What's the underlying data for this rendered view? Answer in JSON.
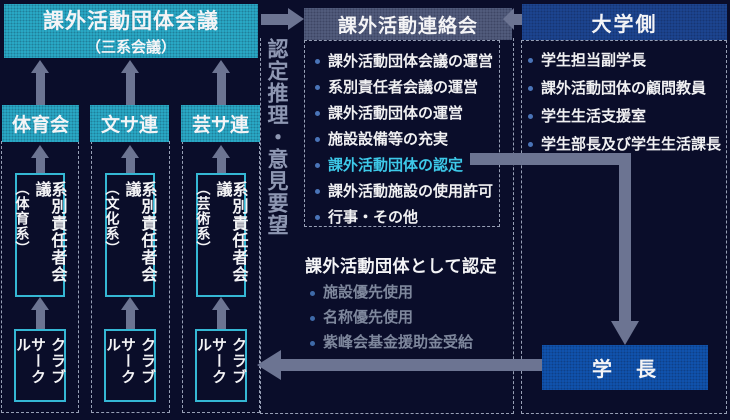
{
  "colors": {
    "background": "#0a0d2a",
    "cyan_box": "#2bb1ce",
    "slate_header": "#566081",
    "university_blue": "#1e4896",
    "president_blue": "#1157b5",
    "arrow_gray": "#6c7492",
    "dashed_border": "#98a0b6",
    "highlight_cyan": "#3dc9e9",
    "muted_gray": "#7e879c",
    "bullet_blue": "#4a74b8"
  },
  "top_left_box": {
    "line1": "課外活動団体会議",
    "line2": "（三系会議）"
  },
  "vertical_flow_label": "認定推理・意見要望",
  "renraku": {
    "title": "課外活動連絡会",
    "items": [
      {
        "label": "課外活動団体会議の運営"
      },
      {
        "label": "系別責任者会議の運営"
      },
      {
        "label": "課外活動団体の運営"
      },
      {
        "label": "施設設備等の充実"
      },
      {
        "label": "課外活動団体の認定",
        "highlight": true
      },
      {
        "label": "課外活動施設の使用許可"
      },
      {
        "label": "行事・その他"
      }
    ]
  },
  "university": {
    "title": "大学側",
    "items": [
      "学生担当副学長",
      "課外活動団体の顧問教員",
      "学生生活支援室",
      "学生部長及び学生生活課長"
    ]
  },
  "certified": {
    "title": "課外活動団体として認定",
    "items": [
      "施設優先使用",
      "名称優先使用",
      "紫峰会基金援助金受給"
    ]
  },
  "president": {
    "label": "学　長"
  },
  "columns": [
    {
      "header": "体育会",
      "council_main": "系別責任者会議",
      "council_sub": "（体育系）",
      "club_line1": "クラブ",
      "club_line2": "サークル"
    },
    {
      "header": "文サ連",
      "council_main": "系別責任者会議",
      "council_sub": "（文化系）",
      "club_line1": "クラブ",
      "club_line2": "サークル"
    },
    {
      "header": "芸サ連",
      "council_main": "系別責任者会議",
      "council_sub": "（芸術系）",
      "club_line1": "クラブ",
      "club_line2": "サークル"
    }
  ]
}
